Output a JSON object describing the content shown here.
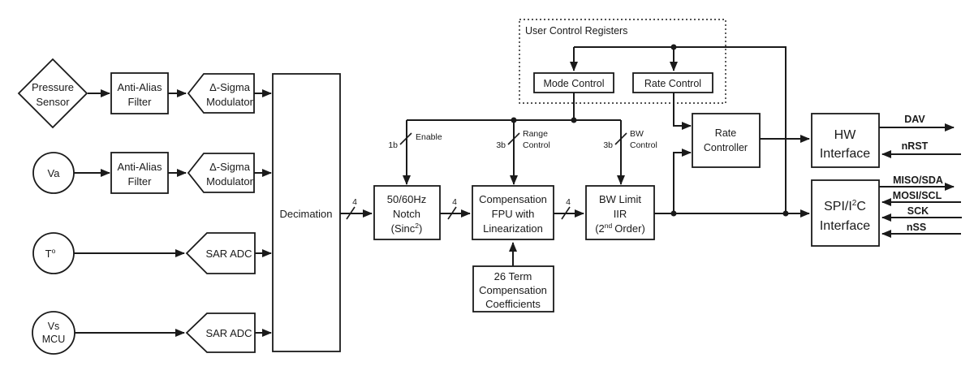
{
  "colors": {
    "ink": "#1a1a1a",
    "background": "#ffffff"
  },
  "sources": {
    "pressure": {
      "l1": "Pressure",
      "l2": "Sensor"
    },
    "va": {
      "label": "Va"
    },
    "temp": {
      "base": "T",
      "sup": "o"
    },
    "vs": {
      "l1": "Vs",
      "l2": "MCU"
    }
  },
  "frontend": {
    "anti_alias": {
      "l1": "Anti-Alias",
      "l2": "Filter"
    },
    "delta_sigma": {
      "l1": "Δ-Sigma",
      "l2": "Modulator"
    },
    "sar_adc": {
      "label": "SAR ADC"
    },
    "decimation": {
      "label": "Decimation"
    }
  },
  "dsp": {
    "notch": {
      "l1": "50/60Hz",
      "l2": "Notch",
      "l3_pre": "(Sinc",
      "l3_sup": "2",
      "l3_post": ")"
    },
    "compensation": {
      "l1": "Compensation",
      "l2": "FPU with",
      "l3": "Linearization"
    },
    "bw_limit": {
      "l1": "BW Limit",
      "l2": "IIR",
      "l3_pre": "(2",
      "l3_sup": "nd",
      "l3_post": "Order)"
    },
    "coefficients": {
      "l1": "26 Term",
      "l2": "Compensation",
      "l3": "Coefficients"
    }
  },
  "control": {
    "user_registers_title": "User Control Registers",
    "mode_control": "Mode Control",
    "rate_control": "Rate Control",
    "rate_controller": {
      "l1": "Rate",
      "l2": "Controller"
    },
    "enable": {
      "width": "1b",
      "label": "Enable"
    },
    "range": {
      "width": "3b",
      "l1": "Range",
      "l2": "Control"
    },
    "bw": {
      "width": "3b",
      "l1": "BW",
      "l2": "Control"
    }
  },
  "buses": {
    "width4": "4"
  },
  "interfaces": {
    "hw": {
      "l1": "HW",
      "l2": "Interface"
    },
    "spi": {
      "l1_pre": "SPI/I",
      "l1_sup": "2",
      "l1_post": "C",
      "l2": "Interface"
    },
    "signals": {
      "dav": "DAV",
      "nrst": "nRST",
      "miso": "MISO/SDA",
      "mosi": "MOSI/SCL",
      "sck": "SCK",
      "nss": "nSS"
    }
  }
}
